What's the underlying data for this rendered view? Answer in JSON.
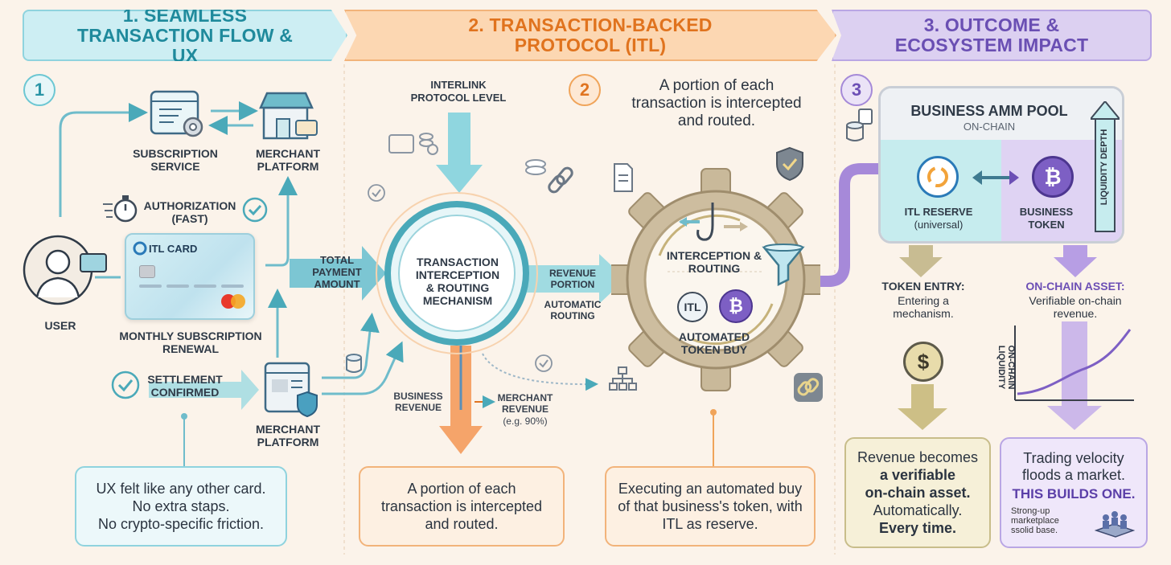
{
  "sections": {
    "s1_title": "1. SEAMLESS TRANSACTION FLOW & UX",
    "s2_title": "2. TRANSACTION-BACKED PROTOCOL (ITL)",
    "s3_title": "3. OUTCOME & ECOSYSTEM IMPACT",
    "s1_num": "1",
    "s2_num": "2",
    "s3_num": "3"
  },
  "flow1": {
    "subscription_service": "SUBSCRIPTION SERVICE",
    "merchant_platform_top": "MERCHANT PLATFORM",
    "authorization": "AUTHORIZATION (FAST)",
    "card_label": "ITL CARD",
    "user": "USER",
    "monthly_renewal": "MONTHLY SUBSCRIPTION RENEWAL",
    "settlement": "SETTLEMENT CONFIRMED",
    "merchant_platform_bottom": "MERCHANT PLATFORM",
    "note_line1": "UX felt like any other card.",
    "note_line2": "No extra staps.",
    "note_line3": "No crypto-specific friction."
  },
  "flow2": {
    "interlink": "INTERLINK PROTOCOL LEVEL",
    "total_payment": "TOTAL PAYMENT AMOUNT",
    "mechanism": "TRANSACTION INTERCEPTION & ROUTING MECHANISM",
    "revenue_portion": "REVENUE PORTION",
    "automatic_routing": "AUTOMATIC ROUTING",
    "business_revenue": "BUSINESS REVENUE",
    "merchant_revenue": "MERCHANT REVENUE",
    "merchant_revenue_pct": "(e.g. 90%)",
    "portion_top": "A portion of each transaction is intercepted and routed.",
    "interception_routing": "INTERCEPTION & ROUTING",
    "itl_coin": "ITL",
    "btc_coin": "₿",
    "automated_buy": "AUTOMATED TOKEN BUY",
    "note2": "A portion of each transaction is intercepted and routed.",
    "note3": "Executing an automated buy of that business's token, with ITL as reserve."
  },
  "flow3": {
    "amm_title": "BUSINESS AMM POOL",
    "amm_sub": "ON-CHAIN",
    "liquidity_depth": "LIQUIDITY DEPTH",
    "itl_reserve": "ITL RESERVE",
    "itl_reserve_sub": "(universal)",
    "business_token": "BUSINESS TOKEN",
    "token_entry_title": "TOKEN ENTRY:",
    "token_entry_text": "Entering a mechanism.",
    "onchain_asset_title": "ON-CHAIN ASSET:",
    "onchain_asset_text": "Verifiable on-chain revenue.",
    "onchain_liquidity": "ON-CHAIN LIQUIDITY",
    "dollar": "$",
    "note4_a": "Revenue becomes",
    "note4_b": "a verifiable",
    "note4_c": "on-chain asset.",
    "note4_d": "Automatically.",
    "note4_e": "Every time.",
    "note5_a": "Trading velocity floods a market.",
    "note5_b": "THIS BUILDS ONE.",
    "note5_c": "Strong-up marketplace ssolid base."
  },
  "colors": {
    "teal": "#2a95a6",
    "orange": "#e07421",
    "purple": "#6c4fb5"
  }
}
